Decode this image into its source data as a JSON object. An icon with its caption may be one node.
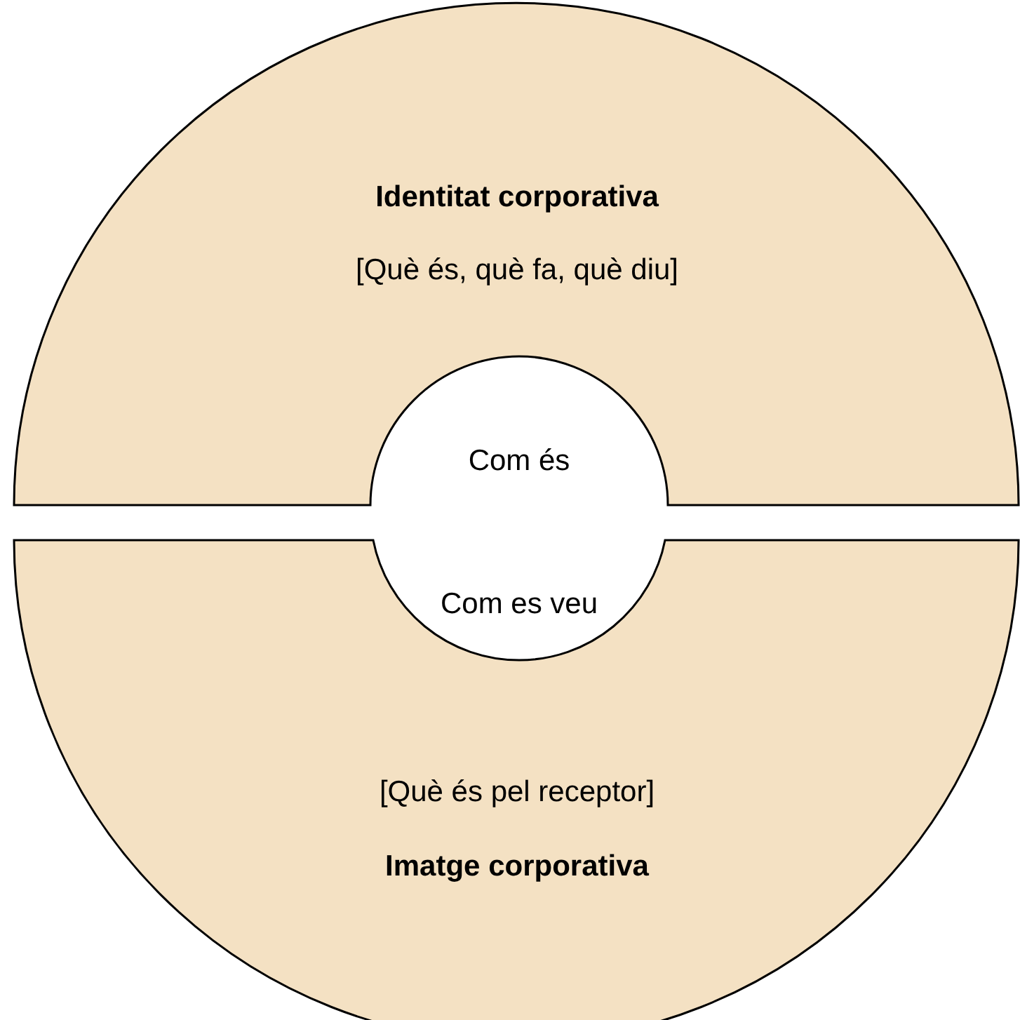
{
  "diagram": {
    "nodes": [
      {
        "text": [
          "Identitat corporativa",
          "[Què és, què fa, què diu]"
        ]
      },
      {
        "text": [
          "[Què és pel receptor]",
          "Imatge corporativa"
        ]
      }
    ],
    "labels": [
      "Com és",
      "Com es veu"
    ]
  }
}
